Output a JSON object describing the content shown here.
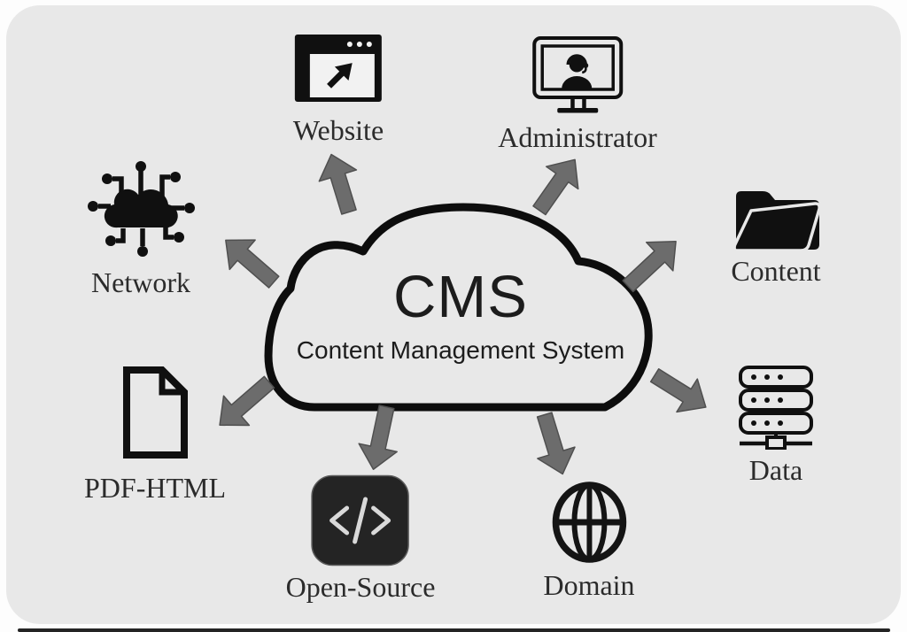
{
  "center": {
    "title": "CMS",
    "subtitle": "Content Management System",
    "icon": "cloud-outline-icon"
  },
  "nodes": {
    "website": {
      "label": "Website",
      "icon": "browser-window-cursor-icon"
    },
    "administrator": {
      "label": "Administrator",
      "icon": "support-operator-monitor-icon"
    },
    "network": {
      "label": "Network",
      "icon": "network-cloud-nodes-icon"
    },
    "content": {
      "label": "Content",
      "icon": "open-folder-icon"
    },
    "data": {
      "label": "Data",
      "icon": "server-stack-icon"
    },
    "domain": {
      "label": "Domain",
      "icon": "globe-icon"
    },
    "open_source": {
      "label": "Open-Source",
      "icon": "code-tag-icon"
    },
    "pdf_html": {
      "label": "PDF-HTML",
      "icon": "document-icon"
    }
  },
  "arrows": [
    {
      "from": "CMS",
      "to": "Website"
    },
    {
      "from": "CMS",
      "to": "Administrator"
    },
    {
      "from": "CMS",
      "to": "Content"
    },
    {
      "from": "CMS",
      "to": "Network"
    },
    {
      "from": "CMS",
      "to": "PDF-HTML"
    },
    {
      "from": "CMS",
      "to": "Open-Source"
    },
    {
      "from": "CMS",
      "to": "Domain"
    },
    {
      "from": "CMS",
      "to": "Data"
    }
  ],
  "colors": {
    "background": "#e8e8e8",
    "frame": "#fdfdfd",
    "icon": "#101010",
    "arrow": "#6c6c6c",
    "label": "#2b2b2b",
    "open_source_box": "#242424",
    "code_glyph": "#d9d9d9"
  }
}
